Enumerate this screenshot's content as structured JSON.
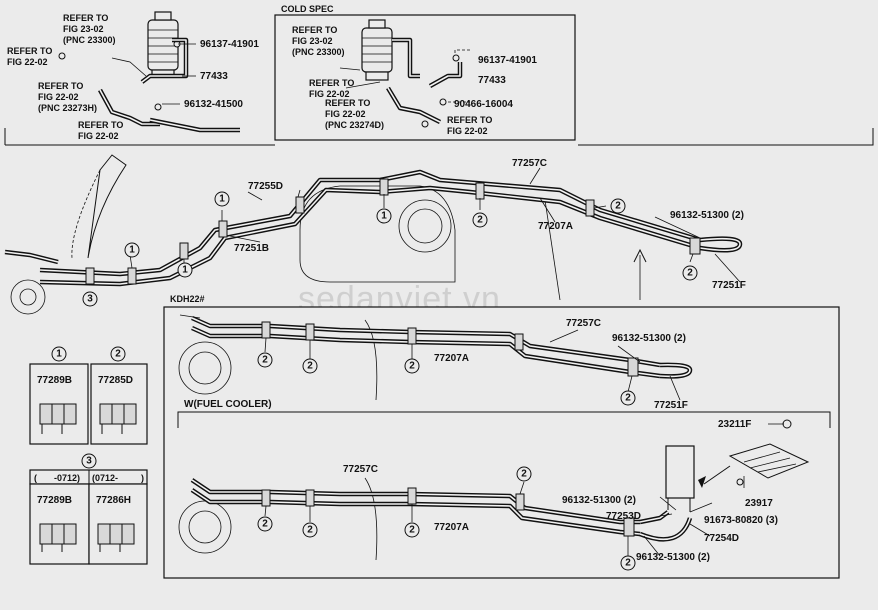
{
  "top_left": {
    "refer_fig23": "REFER TO\nFIG 23-02\n(PNC 23300)",
    "refer_fig22a": "REFER TO\nFIG 22-02",
    "refer_fig22b": "REFER TO\nFIG 22-02\n(PNC 23273H)",
    "refer_fig22c": "REFER TO\nFIG 22-02",
    "p96137": "96137-41901",
    "p77433": "77433",
    "p96132": "96132-41500"
  },
  "cold_spec": {
    "title": "COLD SPEC",
    "refer_fig23": "REFER TO\nFIG 23-02\n(PNC 23300)",
    "refer_fig22a": "REFER TO\nFIG 22-02",
    "refer_fig22b": "REFER TO\nFIG 22-02\n(PNC 23274D)",
    "refer_fig22c": "REFER TO\nFIG 22-02",
    "p96137": "96137-41901",
    "p77433": "77433",
    "p90466": "90466-16004"
  },
  "main": {
    "p77257C": "77257C",
    "p77255D": "77255D",
    "p77251B": "77251B",
    "p77207A": "77207A",
    "p96132": "96132-51300 (2)",
    "p77251F": "77251F",
    "n1": "1",
    "n2": "2",
    "n3": "3"
  },
  "kdh": {
    "label": "KDH22#",
    "p77257C": "77257C",
    "p77207A": "77207A",
    "p96132": "96132-51300 (2)",
    "p77251F": "77251F",
    "n2": "2"
  },
  "fuel_cooler": {
    "label": "W(FUEL COOLER)",
    "p77257C": "77257C",
    "p77207A": "77207A",
    "p23211F": "23211F",
    "p23917": "23917",
    "p96132a": "96132-51300 (2)",
    "p77253D": "77253D",
    "p91673": "91673-80820 (3)",
    "p77254D": "77254D",
    "p96132b": "96132-51300 (2)",
    "n2": "2"
  },
  "clamps": {
    "c1": {
      "num": "1",
      "a": "77289B",
      "b": "77285D"
    },
    "c3": {
      "num": "3",
      "r1": "-0712)",
      "r2": "(0712-",
      "a": "77289B",
      "b": "77286H"
    },
    "c2num": "2"
  },
  "watermark": "sedanviet.vn"
}
